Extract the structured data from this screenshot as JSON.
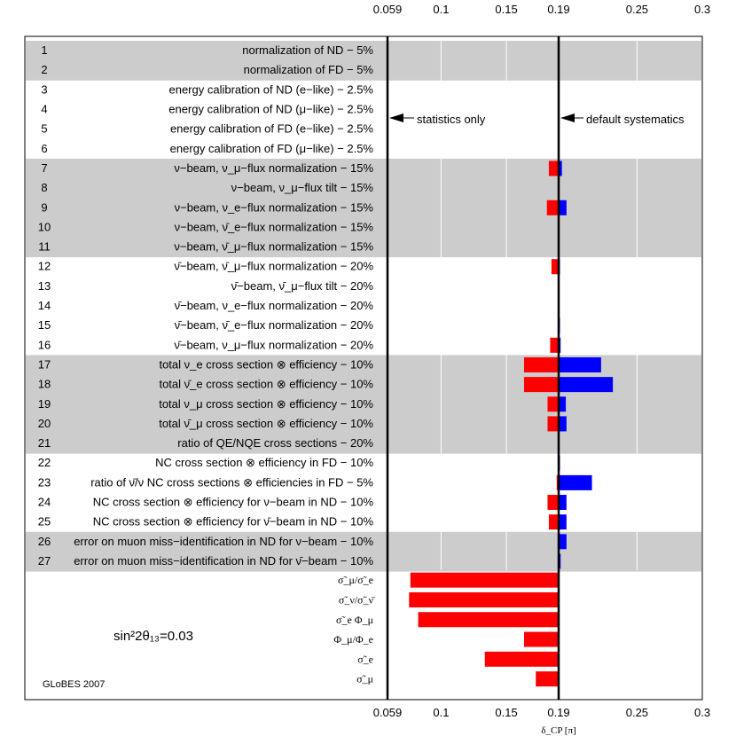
{
  "chart_data": {
    "type": "bar",
    "title": "",
    "xlabel": "δ_CP [π]",
    "ylabel": "",
    "xlim": [
      0.045,
      0.305
    ],
    "x_ticks": [
      {
        "value": 0.059,
        "label": "0.059"
      },
      {
        "value": 0.1,
        "label": "0.1"
      },
      {
        "value": 0.15,
        "label": "0.15"
      },
      {
        "value": 0.19,
        "label": "0.19"
      },
      {
        "value": 0.25,
        "label": "0.25"
      },
      {
        "value": 0.3,
        "label": "0.3"
      }
    ],
    "grid": true,
    "reference_lines": [
      {
        "value": 0.059,
        "label": "statistics only"
      },
      {
        "value": 0.19,
        "label": "default systematics"
      }
    ],
    "annotation": "sin²2θ₁₃=0.03",
    "credit": "GLoBES 2007",
    "colors": {
      "red": "#ff0000",
      "blue": "#0000ff",
      "shade": "#cccccc",
      "grid": "#ffffff"
    },
    "series_note": "red bars extend to lower values than default, blue bars extend to higher values",
    "rows": [
      {
        "num": "1",
        "label": "normalization of ND − 5%",
        "red": 0.19,
        "blue": 0.19,
        "shaded": true
      },
      {
        "num": "2",
        "label": "normalization of FD − 5%",
        "red": 0.19,
        "blue": 0.19,
        "shaded": true
      },
      {
        "num": "3",
        "label": "energy calibration of ND (e−like) − 2.5%",
        "red": 0.19,
        "blue": 0.19,
        "shaded": false
      },
      {
        "num": "4",
        "label": "energy calibration of ND (μ−like) − 2.5%",
        "red": 0.19,
        "blue": 0.19,
        "shaded": false
      },
      {
        "num": "5",
        "label": "energy calibration of FD (e−like) − 2.5%",
        "red": 0.1895,
        "blue": 0.19,
        "shaded": false
      },
      {
        "num": "6",
        "label": "energy calibration of FD (μ−like) − 2.5%",
        "red": 0.1895,
        "blue": 0.19,
        "shaded": false
      },
      {
        "num": "7",
        "label": "ν−beam, ν_μ−flux normalization − 15%",
        "red": 0.1825,
        "blue": 0.1925,
        "shaded": true
      },
      {
        "num": "8",
        "label": "ν−beam, ν_μ−flux tilt − 15%",
        "red": 0.19,
        "blue": 0.19,
        "shaded": true
      },
      {
        "num": "9",
        "label": "ν−beam, ν_e−flux normalization − 15%",
        "red": 0.181,
        "blue": 0.196,
        "shaded": true
      },
      {
        "num": "10",
        "label": "ν−beam, ν̄_e−flux normalization − 15%",
        "red": 0.19,
        "blue": 0.19,
        "shaded": true
      },
      {
        "num": "11",
        "label": "ν−beam, ν̄_μ−flux normalization − 15%",
        "red": 0.19,
        "blue": 0.19,
        "shaded": true
      },
      {
        "num": "12",
        "label": "ν̄−beam, ν̄_μ−flux normalization − 20%",
        "red": 0.1845,
        "blue": 0.1905,
        "shaded": false
      },
      {
        "num": "13",
        "label": "ν̄−beam, ν̄_μ−flux tilt − 20%",
        "red": 0.19,
        "blue": 0.19,
        "shaded": false
      },
      {
        "num": "14",
        "label": "ν̄−beam, ν_e−flux normalization − 20%",
        "red": 0.1895,
        "blue": 0.19,
        "shaded": false
      },
      {
        "num": "15",
        "label": "ν̄−beam, ν̄_e−flux normalization − 20%",
        "red": 0.19,
        "blue": 0.1905,
        "shaded": false
      },
      {
        "num": "16",
        "label": "ν̄−beam, ν_μ−flux normalization − 20%",
        "red": 0.1835,
        "blue": 0.1915,
        "shaded": false
      },
      {
        "num": "17",
        "label": "total ν_e cross section ⊗ efficiency − 10%",
        "red": 0.1635,
        "blue": 0.2225,
        "shaded": true
      },
      {
        "num": "18",
        "label": "total ν̄_e cross section ⊗ efficiency − 10%",
        "red": 0.1635,
        "blue": 0.2315,
        "shaded": true
      },
      {
        "num": "19",
        "label": "total ν_μ cross section ⊗ efficiency − 10%",
        "red": 0.1815,
        "blue": 0.1955,
        "shaded": true
      },
      {
        "num": "20",
        "label": "total ν̄_μ cross section ⊗ efficiency − 10%",
        "red": 0.1815,
        "blue": 0.196,
        "shaded": true
      },
      {
        "num": "21",
        "label": "ratio of QE/NQE cross sections − 20%",
        "red": 0.19,
        "blue": 0.19,
        "shaded": true
      },
      {
        "num": "22",
        "label": "NC cross section ⊗ efficiency in FD − 10%",
        "red": 0.19,
        "blue": 0.1905,
        "shaded": false
      },
      {
        "num": "23",
        "label": "ratio of ν̄/ν NC cross sections ⊗ efficiencies in FD − 5%",
        "red": 0.1885,
        "blue": 0.2155,
        "shaded": false
      },
      {
        "num": "24",
        "label": "NC cross section ⊗ efficiency for ν−beam in ND − 10%",
        "red": 0.1815,
        "blue": 0.196,
        "shaded": false
      },
      {
        "num": "25",
        "label": "NC cross section ⊗ efficiency for ν̄−beam in ND − 10%",
        "red": 0.1825,
        "blue": 0.196,
        "shaded": false
      },
      {
        "num": "26",
        "label": "error on muon miss−identification in ND for ν−beam − 10%",
        "red": 0.19,
        "blue": 0.196,
        "shaded": true
      },
      {
        "num": "27",
        "label": "error on muon miss−identification in ND for ν̄−beam − 10%",
        "red": 0.19,
        "blue": 0.1915,
        "shaded": true
      }
    ],
    "bottom_rows": [
      {
        "label": "σ̃_μ/σ̃_e",
        "red": 0.0765
      },
      {
        "label": "σ̃_ν/σ̃_ν̄",
        "red": 0.0755
      },
      {
        "label": "σ̃_e Φ_μ",
        "red": 0.0825
      },
      {
        "label": "Φ_μ/Φ_e",
        "red": 0.1635
      },
      {
        "label": "σ̃_e",
        "red": 0.1335
      },
      {
        "label": "σ̃_μ",
        "red": 0.1725
      }
    ]
  }
}
